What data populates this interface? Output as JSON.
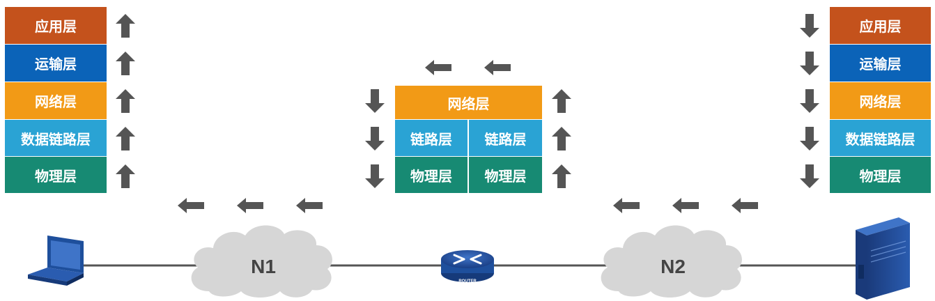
{
  "host_left": {
    "layers": [
      {
        "label": "应用层",
        "color": "#c4521c"
      },
      {
        "label": "运输层",
        "color": "#0b63b8"
      },
      {
        "label": "网络层",
        "color": "#f29a16"
      },
      {
        "label": "数据链路层",
        "color": "#2aa3d4"
      },
      {
        "label": "物理层",
        "color": "#178a73"
      }
    ]
  },
  "host_right": {
    "layers": [
      {
        "label": "应用层",
        "color": "#c4521c"
      },
      {
        "label": "运输层",
        "color": "#0b63b8"
      },
      {
        "label": "网络层",
        "color": "#f29a16"
      },
      {
        "label": "数据链路层",
        "color": "#2aa3d4"
      },
      {
        "label": "物理层",
        "color": "#178a73"
      }
    ]
  },
  "router_stack": {
    "network": {
      "label": "网络层",
      "color": "#f29a16"
    },
    "link_left": {
      "label": "链路层",
      "color": "#2aa3d4"
    },
    "link_right": {
      "label": "链路层",
      "color": "#2aa3d4"
    },
    "phys_left": {
      "label": "物理层",
      "color": "#178a73"
    },
    "phys_right": {
      "label": "物理层",
      "color": "#178a73"
    }
  },
  "networks": {
    "n1": "N1",
    "n2": "N2"
  },
  "router": {
    "label": "ROUTER"
  },
  "colors": {
    "arrow": "#555555",
    "line": "#555555",
    "cloud": "#d6d6d6",
    "device": "#1e4f9c"
  }
}
